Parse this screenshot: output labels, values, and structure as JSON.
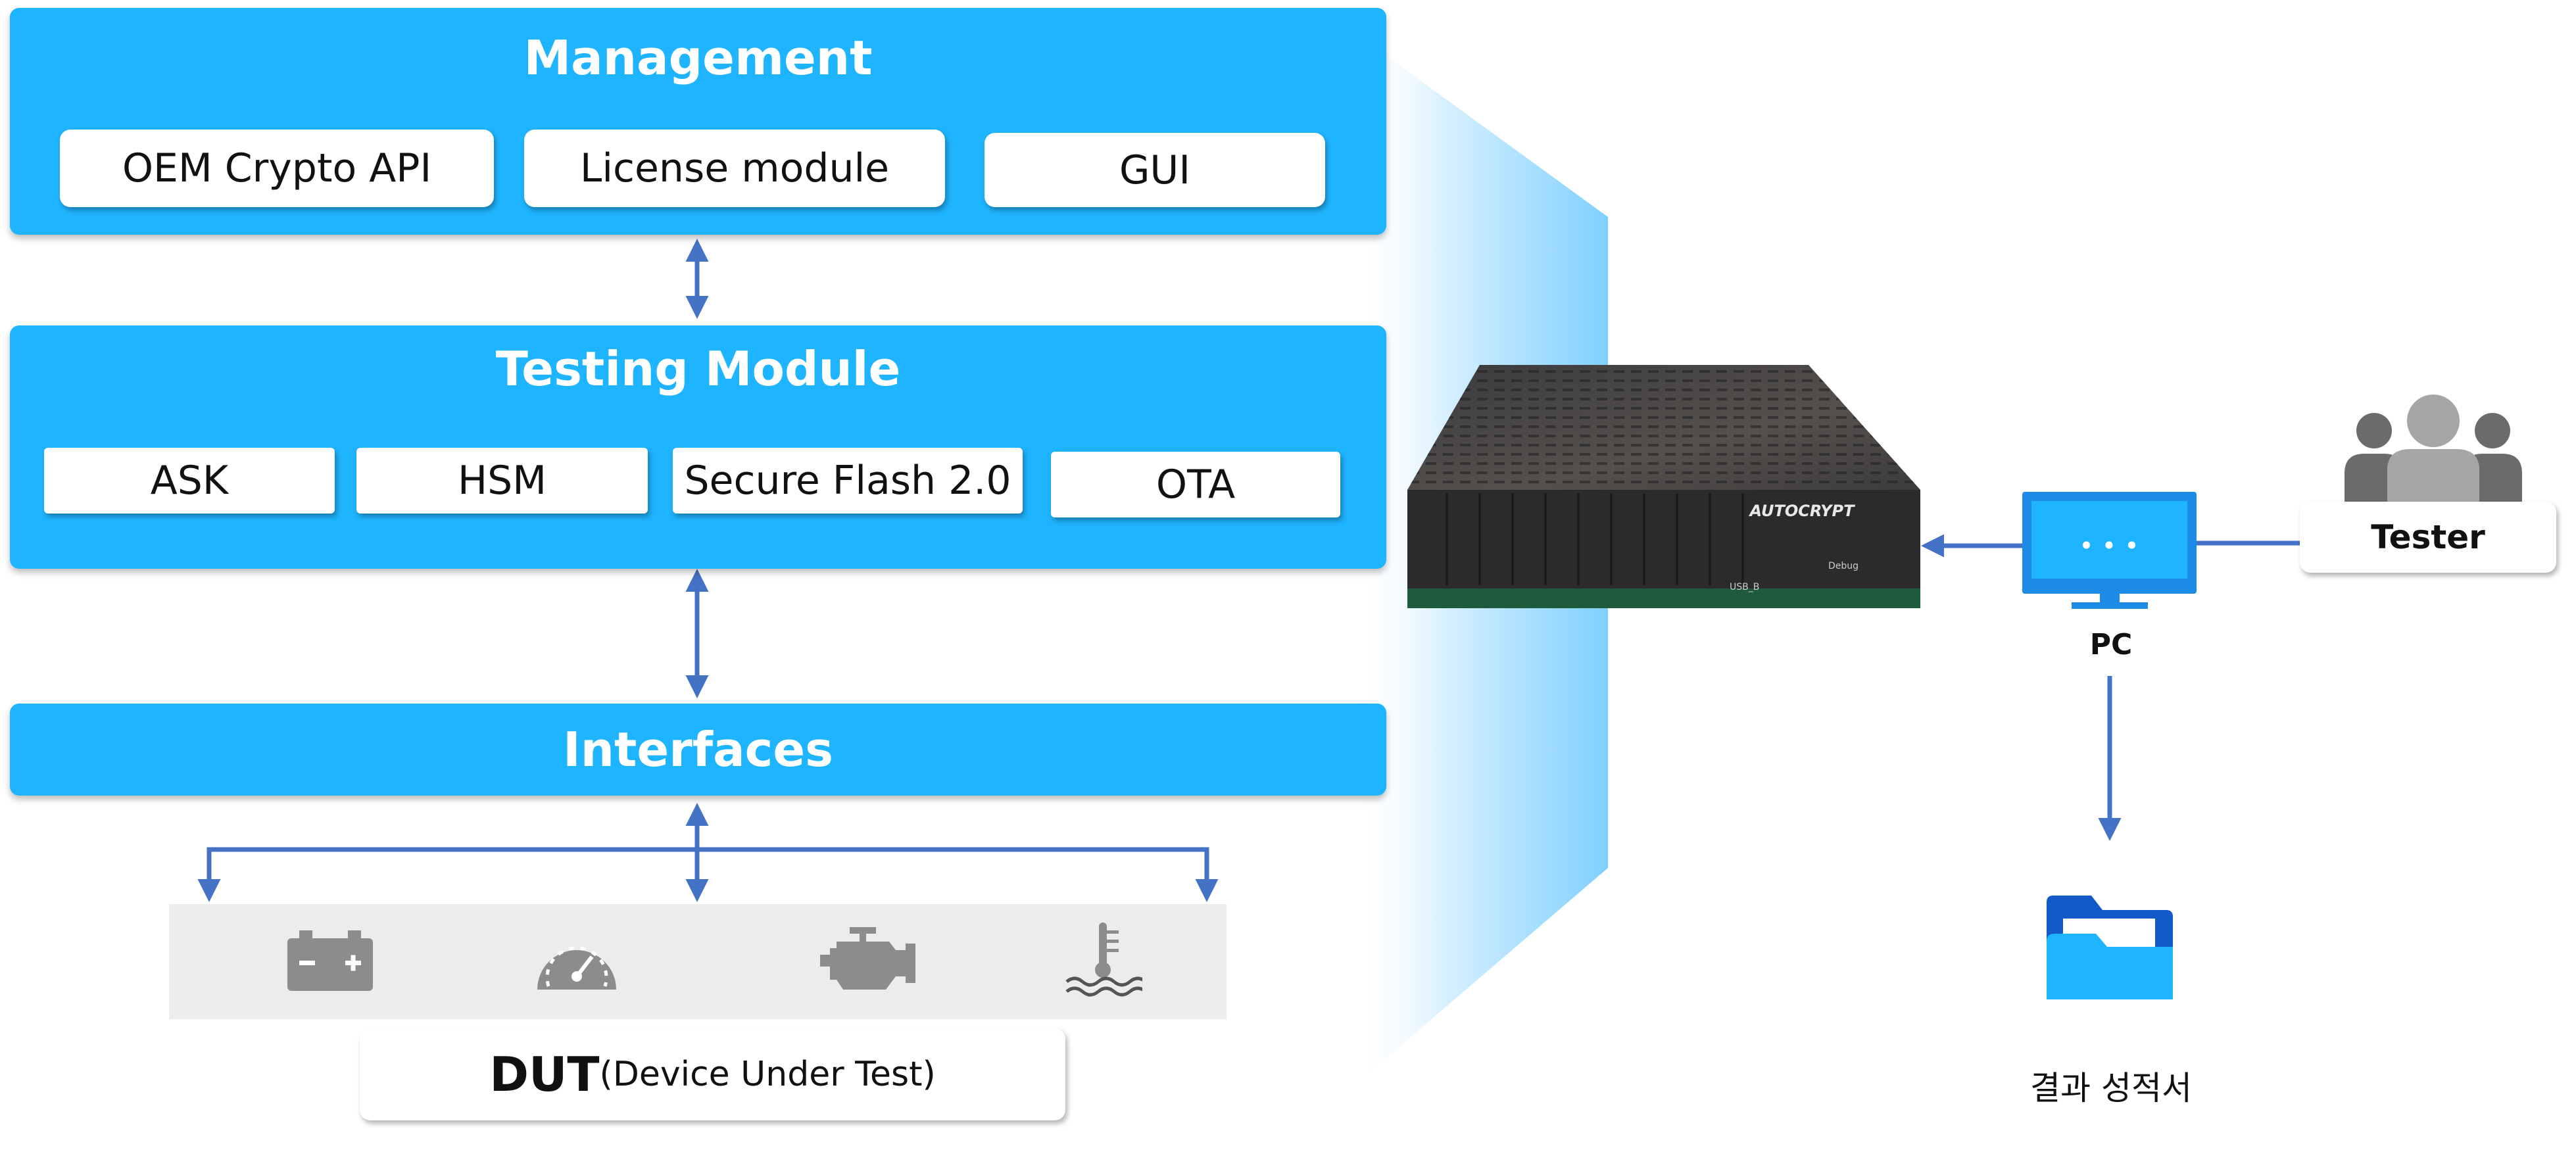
{
  "management": {
    "title": "Management",
    "modules": [
      "OEM Crypto API",
      "License module",
      "GUI"
    ]
  },
  "testing": {
    "title": "Testing Module",
    "modules": [
      "ASK",
      "HSM",
      "Secure Flash 2.0",
      "OTA"
    ]
  },
  "interfaces": {
    "title": "Interfaces"
  },
  "dut": {
    "title": "DUT",
    "subtitle": "(Device Under Test)"
  },
  "dut_icons": [
    "battery-icon",
    "speedometer-icon",
    "engine-icon",
    "coolant-temperature-icon"
  ],
  "device": {
    "brand": "AUTOCRYPT",
    "port_labels": [
      "USB_B",
      "Debug"
    ]
  },
  "pc": {
    "label": "PC",
    "screen_glyph": "• • •"
  },
  "tester": {
    "label": "Tester"
  },
  "report": {
    "label": "결과 성적서"
  },
  "colors": {
    "panel_blue": "#1fb4ff",
    "arrow_blue": "#4472c4",
    "pc_blue": "#1e8ce6",
    "gray_icon": "#8c8c8c"
  }
}
